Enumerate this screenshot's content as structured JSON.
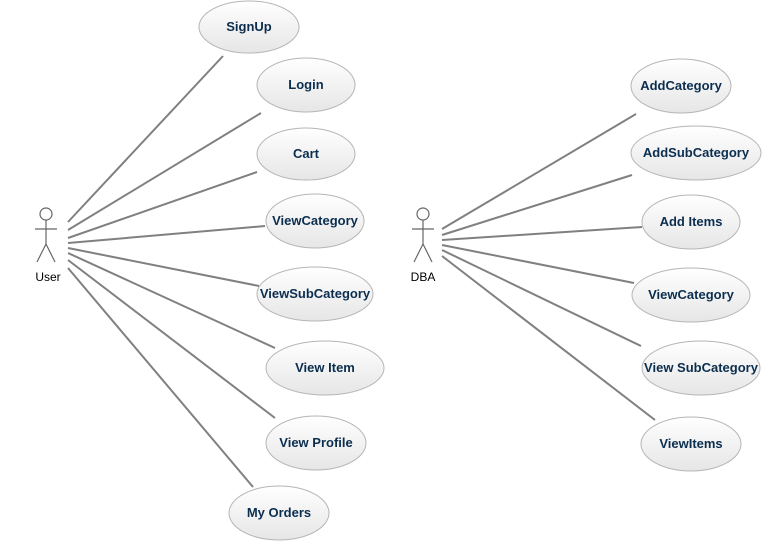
{
  "actors": [
    {
      "name": "User"
    },
    {
      "name": "DBA"
    }
  ],
  "user_use_cases": [
    {
      "label": "SignUp"
    },
    {
      "label": "Login"
    },
    {
      "label": "Cart"
    },
    {
      "label": "ViewCategory"
    },
    {
      "label": "ViewSubCategory"
    },
    {
      "label": "View Item"
    },
    {
      "label": "View Profile"
    },
    {
      "label": "My Orders"
    }
  ],
  "dba_use_cases": [
    {
      "label": "AddCategory"
    },
    {
      "label": "AddSubCategory"
    },
    {
      "label": "Add Items"
    },
    {
      "label": "ViewCategory"
    },
    {
      "label": "View SubCategory"
    },
    {
      "label": "ViewItems"
    }
  ],
  "colors": {
    "ellipse_fill_top": "#ffffff",
    "ellipse_fill_bottom": "#e8e8e8",
    "ellipse_stroke": "#b5b5b5",
    "association_line": "#808080",
    "label_text": "#0b2e4f"
  }
}
